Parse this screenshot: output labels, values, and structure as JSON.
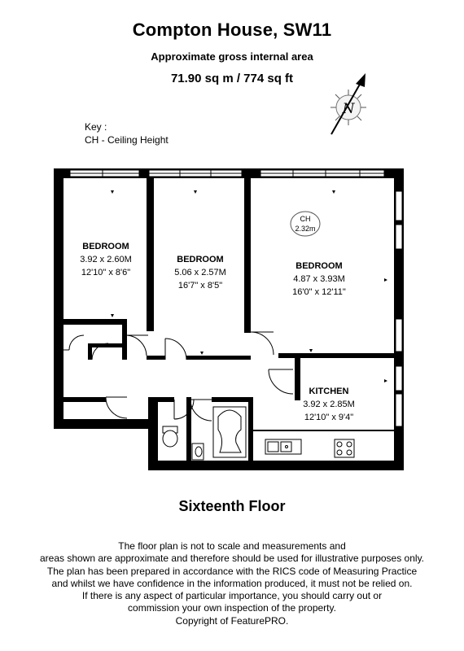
{
  "header": {
    "title": "Compton House, SW11",
    "subtitle": "Approximate gross internal area",
    "area": "71.90 sq m /  774 sq ft"
  },
  "key": {
    "heading": "Key :",
    "entry": "CH - Ceiling Height"
  },
  "compass": {
    "letter": "N"
  },
  "ceiling_marker": {
    "label": "CH",
    "value": "2.32m"
  },
  "rooms": [
    {
      "name": "BEDROOM",
      "metric": "3.92 x 2.60M",
      "imperial": "12'10\" x 8'6\""
    },
    {
      "name": "BEDROOM",
      "metric": "5.06 x 2.57M",
      "imperial": "16'7\" x 8'5\""
    },
    {
      "name": "BEDROOM",
      "metric": "4.87 x 3.93M",
      "imperial": "16'0\" x 12'11\""
    },
    {
      "name": "KITCHEN",
      "metric": "3.92 x 2.85M",
      "imperial": "12'10\" x 9'4\""
    }
  ],
  "floor_name": "Sixteenth Floor",
  "disclaimer": [
    "The floor plan is not to scale and measurements and",
    "areas shown are approximate and therefore should be used for illustrative purposes only.",
    "The plan has been prepared in accordance with the RICS code of Measuring Practice",
    "and whilst we have confidence in the information produced, it must not be relied on.",
    "If there is any aspect of particular importance, you should carry out or",
    "commission your own inspection of the property.",
    "Copyright of FeaturePRO."
  ]
}
